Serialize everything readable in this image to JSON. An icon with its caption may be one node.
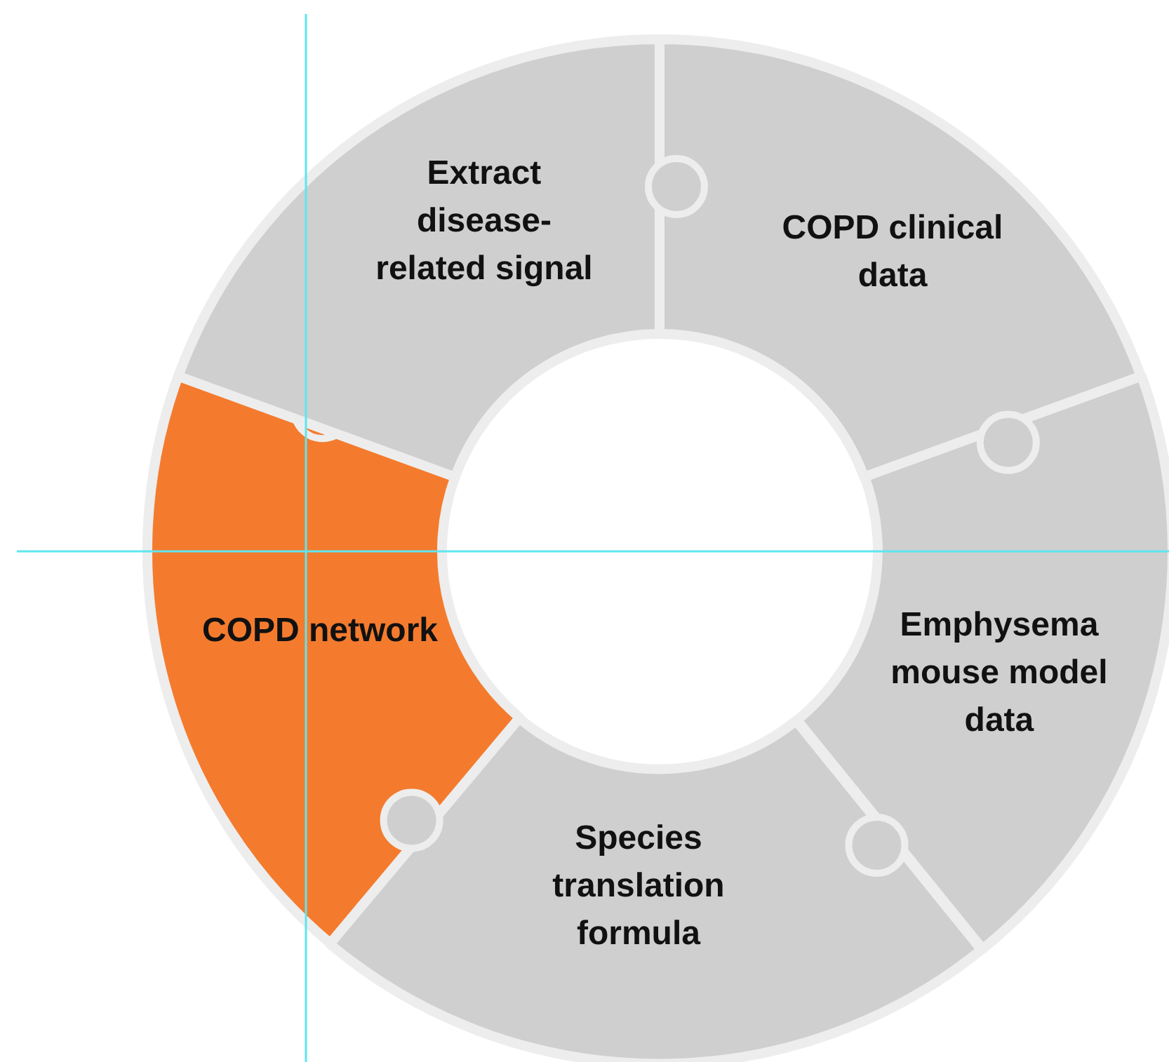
{
  "diagram": {
    "nodes": [
      {
        "text": [
          "Extract disease-related signal"
        ]
      },
      {
        "text": [
          "COPD clinical data"
        ]
      },
      {
        "text": [
          "Emphysema mouse model data"
        ]
      },
      {
        "text": [
          "Species translation formula"
        ]
      },
      {
        "text": [
          "COPD network"
        ]
      }
    ]
  }
}
